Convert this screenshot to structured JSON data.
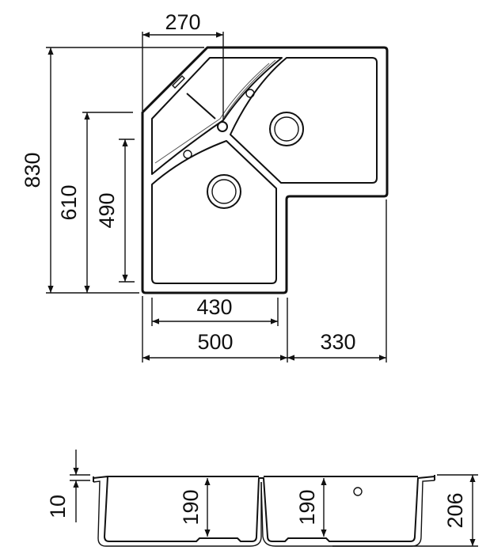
{
  "top_view": {
    "dim_width_top": "270",
    "dim_height_total": "830",
    "dim_height_mid": "610",
    "dim_height_inner": "490",
    "dim_width_inner": "430",
    "dim_width_left": "500",
    "dim_width_right": "330"
  },
  "side_view": {
    "dim_rim": "10",
    "dim_depth_left": "190",
    "dim_depth_right": "190",
    "dim_height_total": "206"
  }
}
